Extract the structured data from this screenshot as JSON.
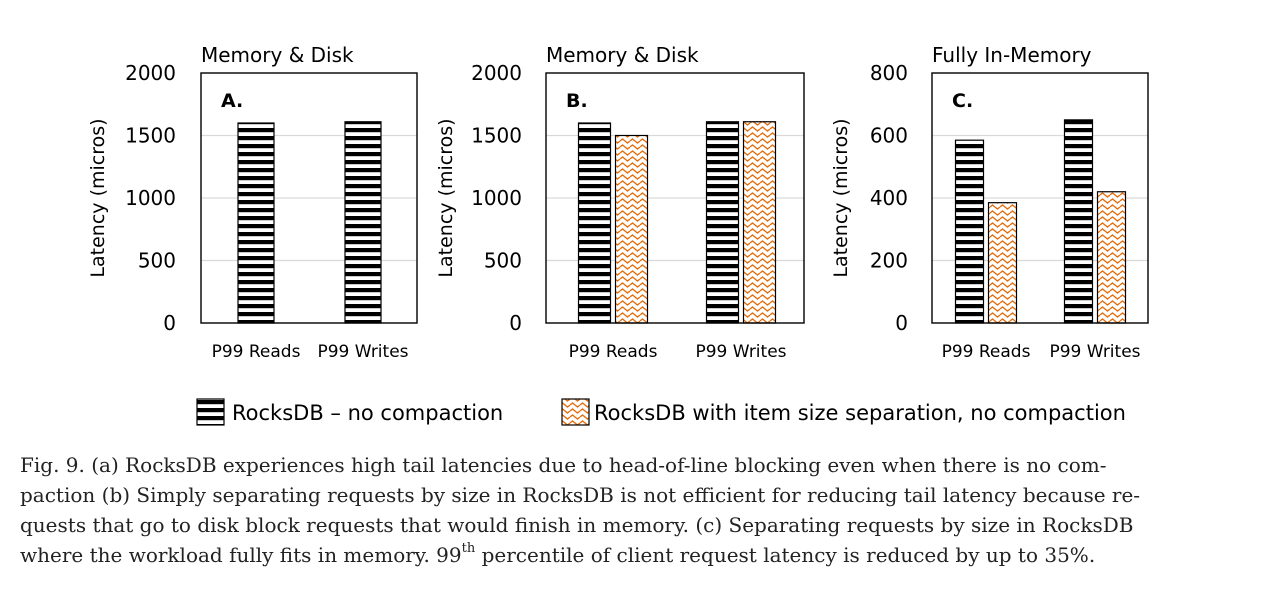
{
  "chart_data": [
    {
      "type": "bar",
      "label": "A.",
      "title": "Memory & Disk",
      "ylabel": "Latency (micros)",
      "xlabel": "",
      "ylim": [
        0,
        2000
      ],
      "yticks": [
        "0",
        "500",
        "1000",
        "1500",
        "2000"
      ],
      "yticks_values": [
        0,
        500,
        1000,
        1500,
        2000
      ],
      "grid": true,
      "categories": [
        "P99 Reads",
        "P99 Writes"
      ],
      "series": [
        {
          "name": "RocksDB – no compaction",
          "pattern": "stripes",
          "values": [
            1600,
            1610
          ]
        }
      ]
    },
    {
      "type": "bar",
      "label": "B.",
      "title": "Memory & Disk",
      "ylabel": "Latency (micros)",
      "xlabel": "",
      "ylim": [
        0,
        2000
      ],
      "yticks": [
        "0",
        "500",
        "1000",
        "1500",
        "2000"
      ],
      "yticks_values": [
        0,
        500,
        1000,
        1500,
        2000
      ],
      "grid": true,
      "categories": [
        "P99 Reads",
        "P99 Writes"
      ],
      "series": [
        {
          "name": "RocksDB – no compaction",
          "pattern": "stripes",
          "values": [
            1600,
            1610
          ]
        },
        {
          "name": "RocksDB with item size separation, no compaction",
          "pattern": "waves",
          "values": [
            1500,
            1610
          ]
        }
      ]
    },
    {
      "type": "bar",
      "label": "C.",
      "title": "Fully In-Memory",
      "ylabel": "Latency (micros)",
      "xlabel": "",
      "ylim": [
        0,
        800
      ],
      "yticks": [
        "0",
        "200",
        "400",
        "600",
        "800"
      ],
      "yticks_values": [
        0,
        200,
        400,
        600,
        800
      ],
      "grid": true,
      "categories": [
        "P99 Reads",
        "P99 Writes"
      ],
      "series": [
        {
          "name": "RocksDB – no compaction",
          "pattern": "stripes",
          "values": [
            585,
            650
          ]
        },
        {
          "name": "RocksDB with item size separation, no compaction",
          "pattern": "waves",
          "values": [
            385,
            420
          ]
        }
      ]
    }
  ],
  "legend": {
    "placement": "bottom",
    "items": [
      {
        "label": "RocksDB – no compaction",
        "pattern": "stripes"
      },
      {
        "label": "RocksDB with item size separation, no compaction",
        "pattern": "waves"
      }
    ]
  },
  "colors": {
    "stripe": "#000000",
    "wave": "#E46C0A",
    "grid": "#D9D9D9",
    "text": "#000000",
    "caption": "#222222"
  },
  "caption": {
    "part1": "Fig. 9.  (a) RocksDB experiences high tail latencies due to head-of-line blocking even when there is no com-",
    "part2": "paction (b) Simply separating requests by size in RocksDB is not efficient for reducing tail latency because re-",
    "part3": "quests that go to disk block requests that would finish in memory. (c) Separating requests by size in RocksDB",
    "part4_pre": "where the workload fully fits in memory. 99",
    "part4_sup": "th",
    "part4_post": " percentile of client request latency is reduced by up to 35%."
  }
}
